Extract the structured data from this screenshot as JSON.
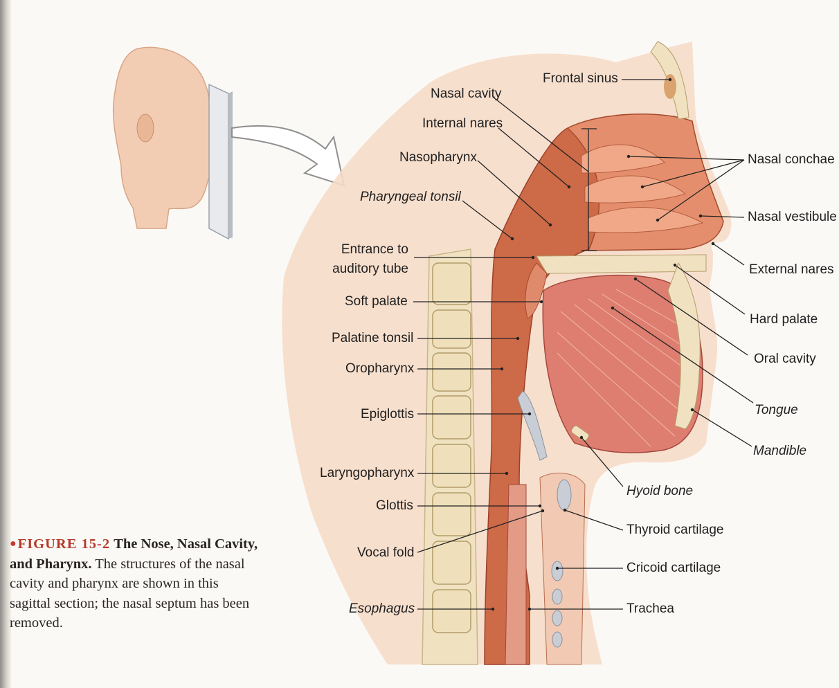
{
  "labels": {
    "frontal_sinus": "Frontal sinus",
    "nasal_cavity": "Nasal cavity",
    "internal_nares": "Internal nares",
    "nasopharynx": "Nasopharynx",
    "pharyngeal_tonsil": "Pharyngeal tonsil",
    "entrance_auditory_1": "Entrance to",
    "entrance_auditory_2": "auditory tube",
    "soft_palate": "Soft palate",
    "palatine_tonsil": "Palatine tonsil",
    "oropharynx": "Oropharynx",
    "epiglottis": "Epiglottis",
    "laryngopharynx": "Laryngopharynx",
    "glottis": "Glottis",
    "vocal_fold": "Vocal fold",
    "esophagus": "Esophagus",
    "nasal_conchae": "Nasal conchae",
    "nasal_vestibule": "Nasal vestibule",
    "external_nares": "External nares",
    "hard_palate": "Hard palate",
    "oral_cavity": "Oral cavity",
    "tongue": "Tongue",
    "mandible": "Mandible",
    "hyoid_bone": "Hyoid bone",
    "thyroid_cartilage": "Thyroid cartilage",
    "cricoid_cartilage": "Cricoid cartilage",
    "trachea": "Trachea"
  },
  "caption": {
    "figure_number": "FIGURE 15-2",
    "figure_title": "The Nose, Nasal Cavity, and Pharynx.",
    "body": "The structures of the nasal cavity and pharynx are shown in this sagittal section; the nasal septum has been removed."
  },
  "colors": {
    "tissue": "#e9a48c",
    "airway": "#c9603f",
    "muscle": "#d97c70",
    "bone": "#f1e4c4",
    "cartilage": "#c9ced6",
    "leader": "#222222",
    "caption_accent": "#b33a2a"
  }
}
